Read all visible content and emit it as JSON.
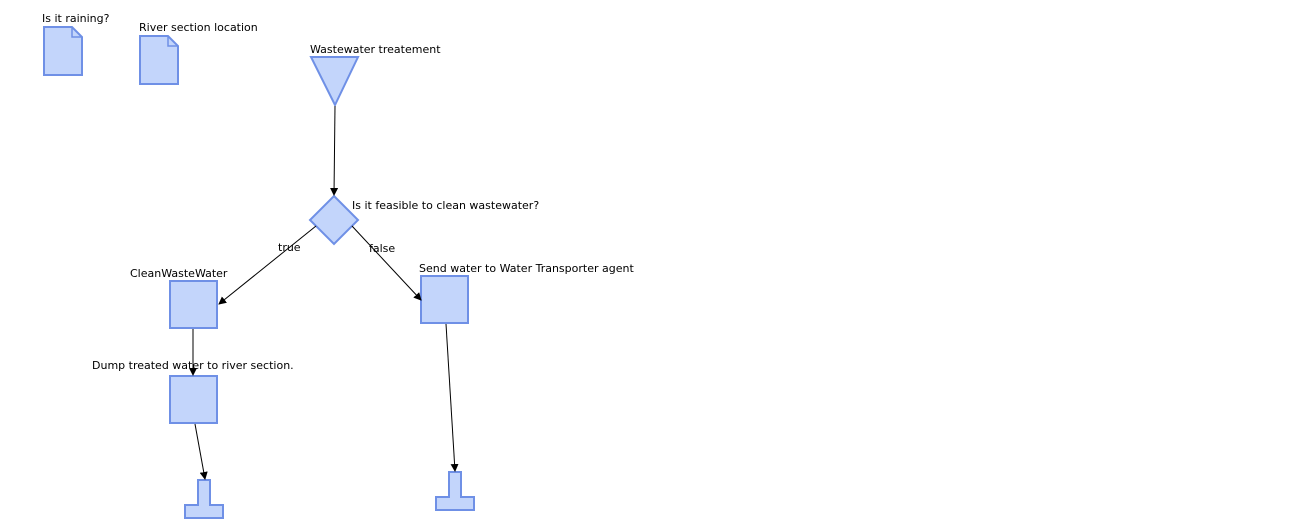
{
  "diagram": {
    "nodes": {
      "is_it_raining": "Is it raining?",
      "river_section_location": "River section location",
      "wastewater_treatement": "Wastewater treatement",
      "decision": "Is it feasible to clean wastewater?",
      "clean_waste_water": "CleanWasteWater",
      "send_water": "Send water to Water Transporter agent",
      "dump_treated_water": "Dump treated water to river section."
    },
    "edges": {
      "true_label": "true",
      "false_label": "false"
    },
    "colors": {
      "fill": "#c3d5fb",
      "stroke": "#6f90e6",
      "connector": "#000000"
    }
  }
}
